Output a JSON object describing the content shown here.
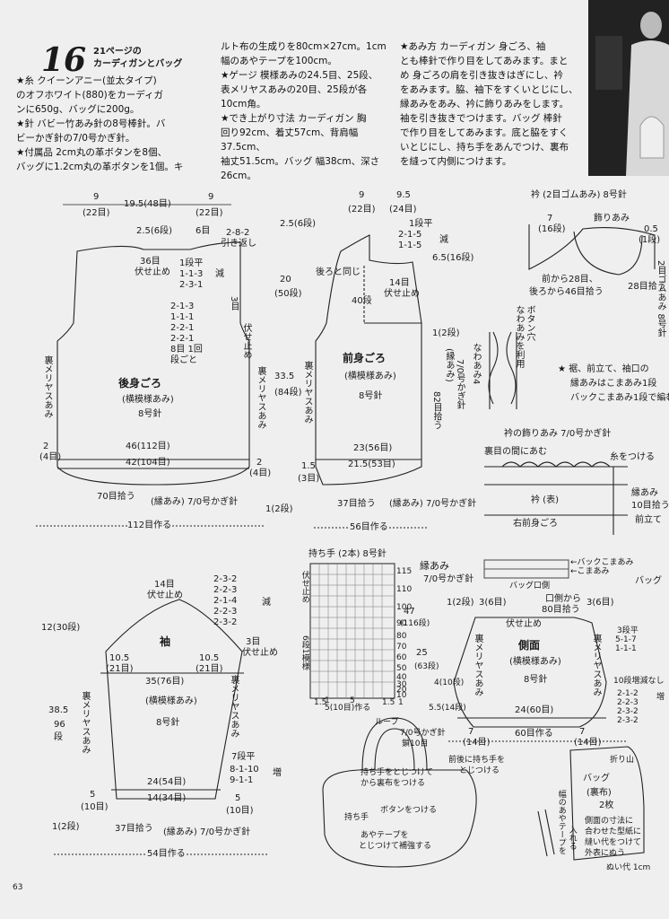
{
  "header": {
    "pattern_no": "16",
    "ref_page": "21ページの",
    "item_title": "カーディガンとバッグ",
    "col1": [
      "★糸 クイーンアニー(並太タイプ)",
      "のオフホワイト(880)をカーディガ",
      "ンに650g、バッグに200g。",
      "★針 バビー竹あみ針の8号棒針。バ",
      "ビーかぎ針の7/0号かぎ針。",
      "★付属品 2cm丸の革ボタンを8個、",
      "バッグに1.2cm丸の革ボタンを1個。キ"
    ],
    "col2": [
      "ルト布の生成りを80cm×27cm。1cm",
      "幅のあやテープを100cm。",
      "★ゲージ 模様あみの24.5目、25段、",
      "表メリヤスあみの20目、25段が各",
      "10cm角。",
      "★でき上がり寸法 カーディガン 胸",
      "回り92cm、着丈57cm、背肩幅37.5cm、",
      "袖丈51.5cm。バッグ 幅38cm、深さ",
      "26cm。"
    ],
    "col3": [
      "★あみ方 カーディガン 身ごろ、袖",
      "とも棒針で作り目をしてあみます。まと",
      "め 身ごろの肩を引き抜きはぎにし、衿",
      "をあみます。脇、袖下をすくいとじにし、",
      "縁あみをあみ、衿に飾りあみをします。",
      "袖を引き抜きでつけます。バッグ 棒針",
      "で作り目をしてあみます。底と脇をすく",
      "いとじにし、持ち手をあんでつけ、裏布",
      "を縫って内側につけます。"
    ]
  },
  "back": {
    "title": "後身ごろ",
    "pattern": "(横模様あみ)",
    "needle": "8号針",
    "top_left": "9",
    "top_left_s": "(22目)",
    "top_mid": "19.5(48目)",
    "top_right": "9",
    "top_right_s": "(22目)",
    "neck": "2.5(6段)",
    "neck_r": "6目",
    "neck_dec": "2-8-2",
    "neck_dec2": "引き返し",
    "bind": "36目",
    "bind2": "伏せ止め",
    "dec1": "1段平",
    "dec2": "1-1-3",
    "dec3": "2-3-1",
    "dec_mark": "減",
    "arm1": "2-1-3",
    "arm2": "1-1-1",
    "arm3": "2-2-1",
    "arm4": "2-2-1",
    "arm5": "8目 1回",
    "arm6": "段ごと",
    "arm_r": "3目",
    "arm_r2": "伏せ止め",
    "side_left": "裏メリヤスあみ",
    "side_right": "裏メリヤスあみ",
    "w46": "46(112目)",
    "w42": "42(104目)",
    "left2": "2",
    "left2s": "(4目)",
    "right2": "2",
    "right2s": "(4目)",
    "pickup": "70目拾う",
    "edge": "(縁あみ) 7/0号かぎ針",
    "cast": "112目作る"
  },
  "front": {
    "title": "前身ごろ",
    "pattern": "(横模様あみ)",
    "needle": "8号針",
    "top1": "9",
    "top1s": "(22目)",
    "top2": "9.5",
    "top2s": "(24目)",
    "left_h": "2.5(6段)",
    "len20": "20",
    "len20s": "(50段)",
    "len335": "33.5",
    "len335s": "(84段)",
    "same": "後ろと同じ",
    "dec_a": "1段平",
    "dec_b": "2-1-5",
    "dec_c": "1-1-5",
    "dec_mark": "減",
    "right65": "6.5(16段)",
    "bind": "14目",
    "bind2": "伏せ止め",
    "r40": "40段",
    "side": "裏メリヤスあみ",
    "r12": "1(2段)",
    "edge_side": "(縁あみ)",
    "edge_side2": "7/0号かぎ針",
    "edge_pick": "82目拾う",
    "w23": "23(56目)",
    "w215": "21.5(53目)",
    "l15": "1.5",
    "l15s": "(3目)",
    "bottom1": "1(2段)",
    "pickup": "37目拾う",
    "edge": "(縁あみ) 7/0号かぎ針",
    "cast": "56目作る",
    "button1": "ボタン穴",
    "button2": "なわあみを利用",
    "cable": "なわあみ4"
  },
  "collar": {
    "title": "衿 (2目ゴムあみ) 8号針",
    "deco": "飾りあみ",
    "l7": "7",
    "l7s": "(16段)",
    "r05": "0.5",
    "r05s": "(1段)",
    "from": "前から28目、",
    "from2": "後ろから46目拾う",
    "rib": "28目拾う",
    "rib2": "2目ゴムあみ 8号針",
    "note1": "★ 裾、前立て、袖口の",
    "note2": "縁あみはこまあみ1段",
    "note3": "バックこまあみ1段で編む"
  },
  "collar_edge": {
    "title": "衿の飾りあみ 7/0号かぎ針",
    "inside": "裏目の間にあむ",
    "yarn": "糸をつける",
    "collar": "衿 (表)",
    "front": "右前身ごろ",
    "edge_r1": "縁あみ",
    "edge_r2": "10目拾う",
    "edge_r3": "前立て"
  },
  "sleeve": {
    "title": "袖",
    "pattern": "(横模様あみ)",
    "needle": "8号針",
    "bind": "14目",
    "bind2": "伏せ止め",
    "d1": "2-3-2",
    "d2": "2-2-3",
    "d3": "2-1-4",
    "d4": "2-2-3",
    "d5": "2-3-2",
    "dmark": "減",
    "h12": "12(30段)",
    "h385": "38.5",
    "h96": "96",
    "h96s": "段",
    "l105": "10.5",
    "l105s": "(21目)",
    "r105": "10.5",
    "r105s": "(21目)",
    "r3": "3目",
    "r3b": "伏せ止め",
    "w35": "35(76目)",
    "side": "裏メリヤスあみ",
    "inc1": "7段平",
    "inc2": "8-1-10",
    "inc3": "9-1-1",
    "imark": "増",
    "w24": "24(54目)",
    "w14": "14(34目)",
    "l5": "5",
    "l5s": "(10目)",
    "r5": "5",
    "r5s": "(10目)",
    "h1": "1(2段)",
    "pickup": "37目拾う",
    "edge": "(縁あみ) 7/0号かぎ針",
    "cast": "54目作る"
  },
  "handle": {
    "title": "持ち手 (2本) 8号針",
    "bind": "伏せ止め",
    "rows": "6段1模様",
    "cast": "5(10目)作る",
    "w15": "1.5",
    "w15b": "1.5",
    "n115": "115",
    "n110": "110",
    "n100": "100",
    "n90": "90",
    "n80": "80",
    "n70": "70",
    "n60": "60",
    "n50": "50",
    "n40": "40",
    "n30": "30",
    "n20": "20",
    "n10": "10",
    "n1": "1",
    "n5": "5",
    "n1b": "1",
    "h47": "47",
    "h47s": "(116段)"
  },
  "edging": {
    "title": "縁あみ",
    "hook": "7/0号かぎ針",
    "back": "←バックこまあみ",
    "single": "←こまあみ",
    "bag_mouth": "バッグ口側",
    "bag": "バッグ"
  },
  "bag_side": {
    "title": "側面",
    "pattern": "(横模様あみ)",
    "needle": "8号針",
    "t1": "1(2段)",
    "t2": "3(6目)",
    "t3": "3(6目)",
    "pick": "口側から",
    "pick2": "80目拾う",
    "bind": "伏せ止め",
    "h25": "25",
    "h25s": "(63段)",
    "h4": "4(10段)",
    "h55": "5.5(14段)",
    "side": "裏メリヤスあみ",
    "r1": "3段平",
    "r2": "5-1-7",
    "r3": "1-1-1",
    "r4": "10段増減なし",
    "r5": "2-1-2",
    "r6": "2-2-3",
    "r7": "2-3-2",
    "r8": "2-3-2",
    "rmark": "増",
    "w24": "24(60目)",
    "b7": "7",
    "b7s": "(14目)",
    "b60": "60目作る",
    "b7r": "7",
    "b7rs": "(14目)"
  },
  "bag_fig": {
    "loop": "ループ",
    "loop2": "7/0号かぎ針",
    "loop3": "鎖10目",
    "hand": "持ち手をとじつけて",
    "hand2": "から裏布をつける",
    "btn": "ボタンをつける",
    "handle": "持ち手",
    "tape": "あやテープを",
    "tape2": "とじつけて補強する",
    "attach": "前後に持ち手を",
    "attach2": "とじつける"
  },
  "lining": {
    "fold": "折り山",
    "title": "バッグ",
    "sub": "(裏布)",
    "count": "2枚",
    "note1": "側面の寸法に",
    "note2": "合わせた型紙に",
    "note3": "縫い代をつけて",
    "note4": "外表にぬう",
    "seam": "ぬい代 1cm",
    "tape": "幅のあやテープを",
    "tape2": "入れる"
  },
  "page_no": "63"
}
